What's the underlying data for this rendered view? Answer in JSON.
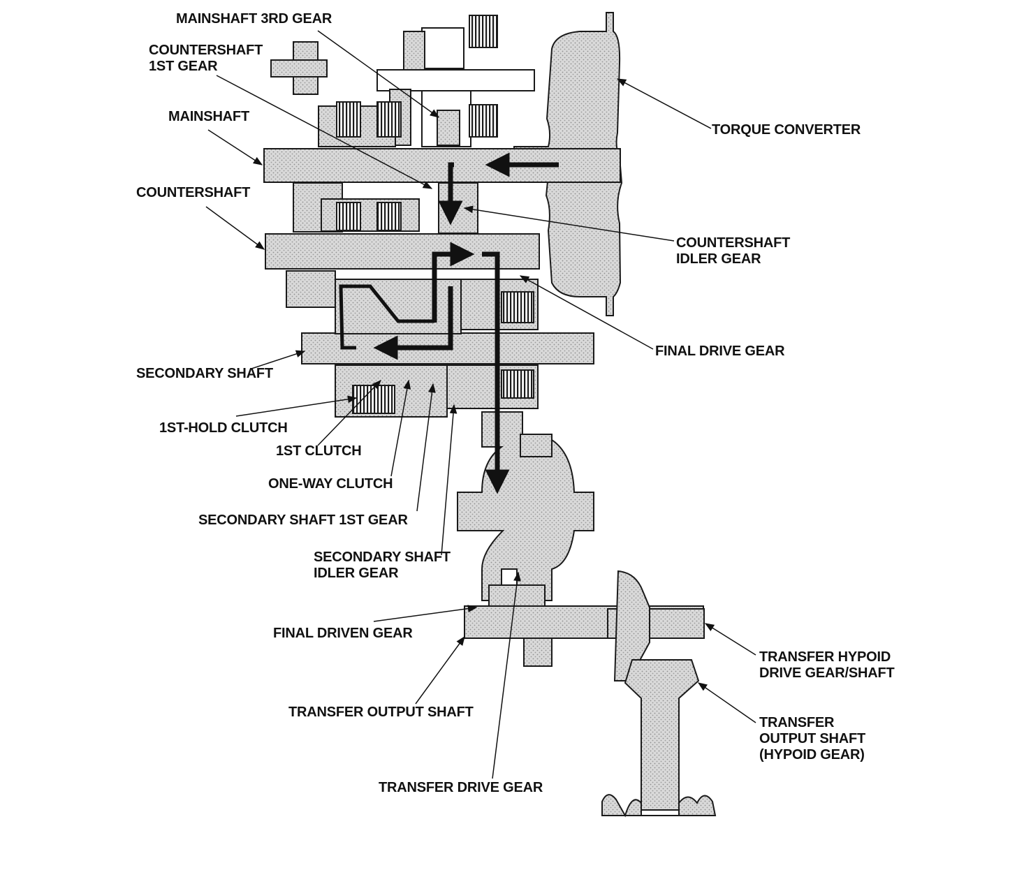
{
  "labels": {
    "mainshaft_3rd_gear": [
      "MAINSHAFT 3RD GEAR"
    ],
    "countershaft_1st_gear": [
      "COUNTERSHAFT",
      "1ST GEAR"
    ],
    "mainshaft": [
      "MAINSHAFT"
    ],
    "countershaft": [
      "COUNTERSHAFT"
    ],
    "torque_converter": [
      "TORQUE CONVERTER"
    ],
    "countershaft_idler_gear": [
      "COUNTERSHAFT",
      "IDLER GEAR"
    ],
    "final_drive_gear": [
      "FINAL DRIVE GEAR"
    ],
    "secondary_shaft": [
      "SECONDARY SHAFT"
    ],
    "first_hold_clutch": [
      "1ST-HOLD CLUTCH"
    ],
    "first_clutch": [
      "1ST CLUTCH"
    ],
    "one_way_clutch": [
      "ONE-WAY CLUTCH"
    ],
    "secondary_shaft_1st_gear": [
      "SECONDARY SHAFT 1ST GEAR"
    ],
    "secondary_shaft_idler_gear": [
      "SECONDARY SHAFT",
      "IDLER GEAR"
    ],
    "final_driven_gear": [
      "FINAL DRIVEN GEAR"
    ],
    "transfer_hypoid_drive_gear_shaft": [
      "TRANSFER HYPOID",
      "DRIVE GEAR/SHAFT"
    ],
    "transfer_output_shaft_hypoid_gear": [
      "TRANSFER",
      "OUTPUT SHAFT",
      "(HYPOID GEAR)"
    ],
    "transfer_output_shaft": [
      "TRANSFER OUTPUT SHAFT"
    ],
    "transfer_drive_gear": [
      "TRANSFER DRIVE GEAR"
    ]
  },
  "colors": {
    "part_fill": "#d6d6d6",
    "outline": "#1a1a1a",
    "power_flow": "#111111",
    "background": "#ffffff"
  }
}
